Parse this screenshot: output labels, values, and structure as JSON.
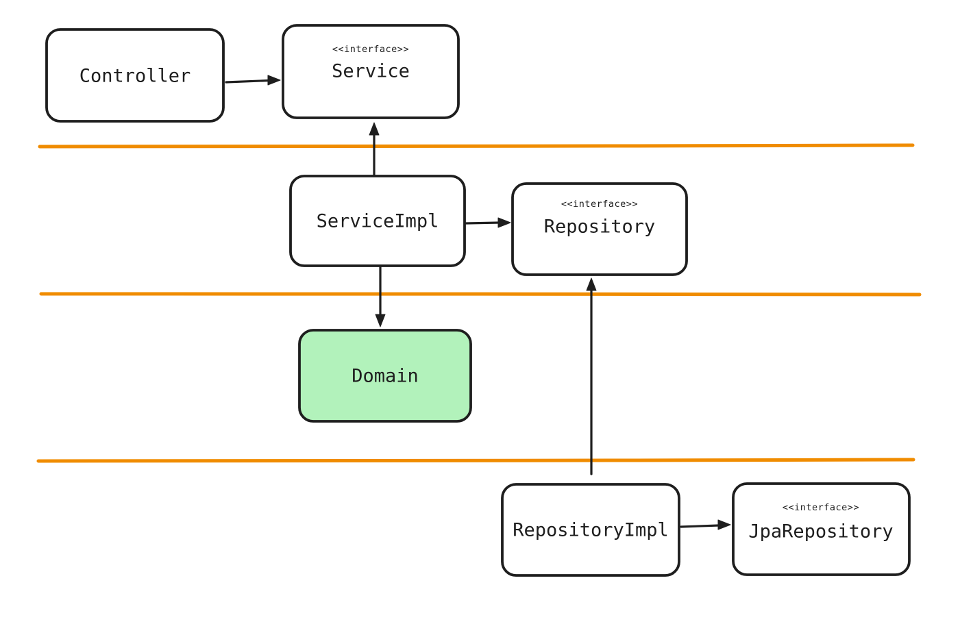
{
  "diagram": {
    "kind": "layered-architecture-uml-diagram",
    "colors": {
      "stroke": "#1e1e1e",
      "background": "#ffffff",
      "separator": "#f08c00",
      "node_fill": "#ffffff",
      "domain_fill": "#b2f2bb"
    },
    "nodes": {
      "controller": {
        "label": "Controller",
        "type": "class"
      },
      "service": {
        "stereotype": "<<interface>>",
        "label": "Service",
        "type": "interface"
      },
      "service_impl": {
        "label": "ServiceImpl",
        "type": "class"
      },
      "repository": {
        "stereotype": "<<interface>>",
        "label": "Repository",
        "type": "interface"
      },
      "domain": {
        "label": "Domain",
        "type": "class",
        "highlighted": true
      },
      "repository_impl": {
        "label": "RepositoryImpl",
        "type": "class"
      },
      "jpa_repository": {
        "stereotype": "<<interface>>",
        "label": "JpaRepository",
        "type": "interface"
      }
    },
    "edges": [
      {
        "from": "Controller",
        "to": "Service",
        "style": "arrow"
      },
      {
        "from": "ServiceImpl",
        "to": "Service",
        "style": "arrow"
      },
      {
        "from": "ServiceImpl",
        "to": "Repository",
        "style": "arrow"
      },
      {
        "from": "ServiceImpl",
        "to": "Domain",
        "style": "arrow"
      },
      {
        "from": "RepositoryImpl",
        "to": "Repository",
        "style": "arrow"
      },
      {
        "from": "RepositoryImpl",
        "to": "JpaRepository",
        "style": "arrow"
      }
    ],
    "separator_count": 3
  }
}
